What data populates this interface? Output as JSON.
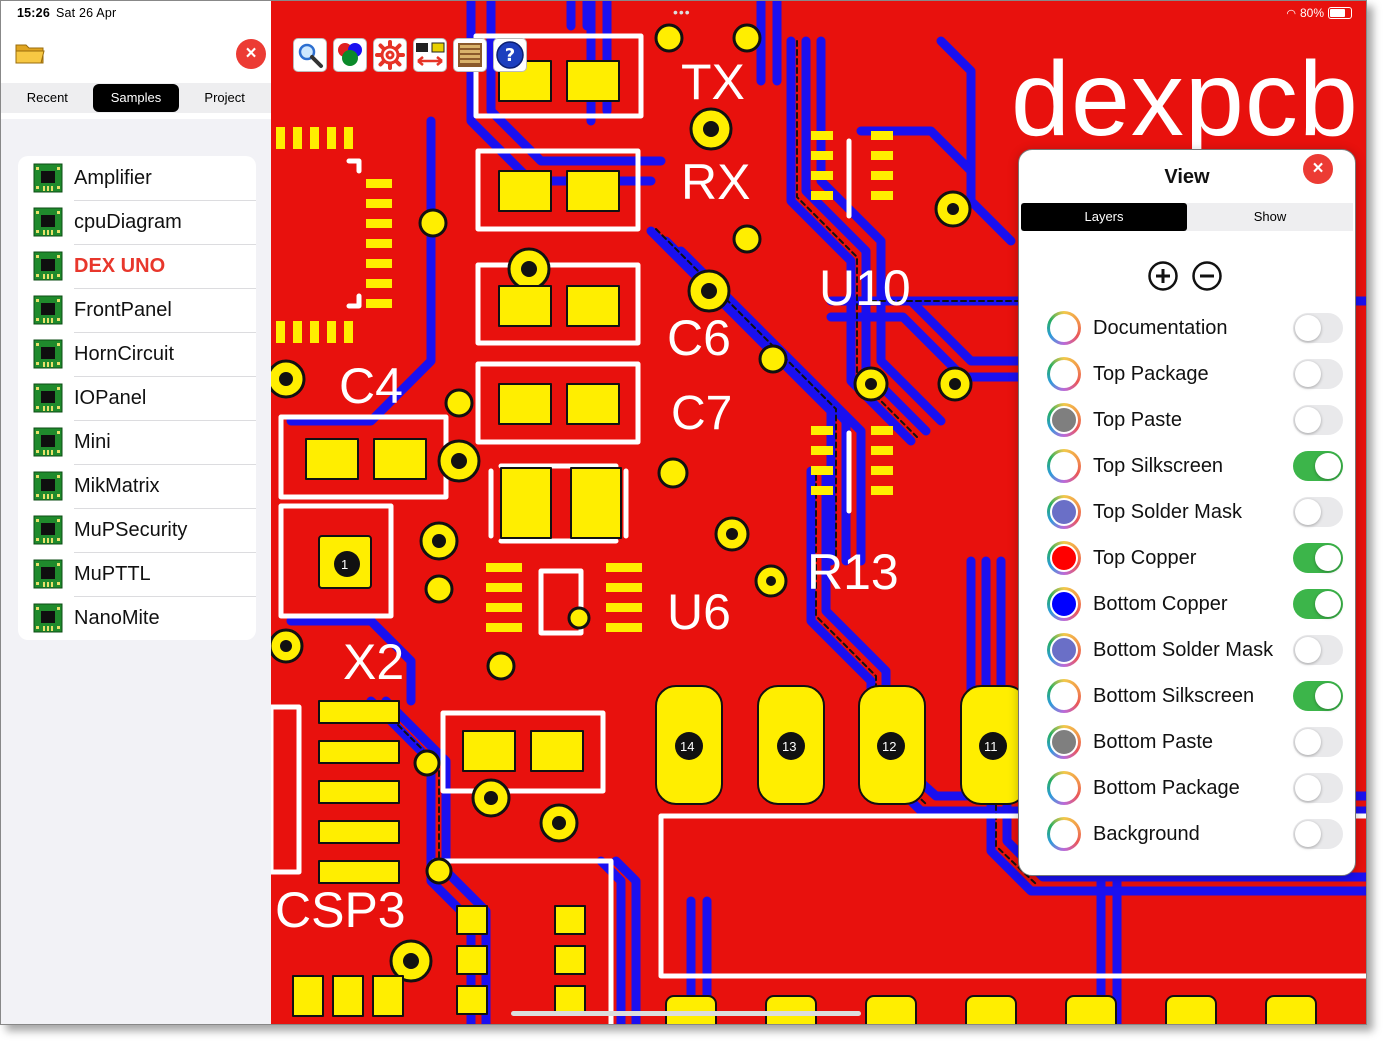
{
  "status_bar": {
    "time": "15:26",
    "date": "Sat 26 Apr",
    "battery": "80%"
  },
  "sidebar": {
    "tabs": [
      {
        "label": "Recent",
        "active": false
      },
      {
        "label": "Samples",
        "active": true
      },
      {
        "label": "Project",
        "active": false
      }
    ],
    "close_symbol": "×",
    "items": [
      {
        "label": "Amplifier"
      },
      {
        "label": "cpuDiagram"
      },
      {
        "label": "DEX UNO",
        "selected": true
      },
      {
        "label": "FrontPanel"
      },
      {
        "label": "HornCircuit"
      },
      {
        "label": "IOPanel"
      },
      {
        "label": "Mini"
      },
      {
        "label": "MikMatrix"
      },
      {
        "label": "MuPSecurity"
      },
      {
        "label": "MuPTTL"
      },
      {
        "label": "NanoMite"
      }
    ]
  },
  "toolbar": {
    "tools": [
      "search-icon",
      "color-layers-icon",
      "settings-gear-icon",
      "swap-components-icon",
      "library-icon",
      "help-icon"
    ]
  },
  "pcb": {
    "labels": [
      "TX",
      "RX",
      "U10",
      "C6",
      "C4",
      "C7",
      "R13",
      "U6",
      "X2",
      "CSP3",
      "dexpcb"
    ],
    "pad_numbers": [
      "1",
      "14",
      "13",
      "12",
      "11"
    ],
    "colors": {
      "board": "#e8110d",
      "bottom_trace": "#1a10f0",
      "pad": "#ffee00",
      "silk": "#ffffff"
    }
  },
  "view_panel": {
    "title": "View",
    "close_symbol": "×",
    "tabs": [
      {
        "label": "Layers",
        "active": true
      },
      {
        "label": "Show",
        "active": false
      }
    ],
    "layers": [
      {
        "name": "Documentation",
        "color": "#ffffff",
        "on": false
      },
      {
        "name": "Top Package",
        "color": "#ffffff",
        "on": false
      },
      {
        "name": "Top Paste",
        "color": "#7f7f7f",
        "on": false
      },
      {
        "name": "Top Silkscreen",
        "color": "#ffffff",
        "on": true
      },
      {
        "name": "Top Solder Mask",
        "color": "#6a6fc7",
        "on": false
      },
      {
        "name": "Top Copper",
        "color": "#ff0000",
        "on": true
      },
      {
        "name": "Bottom Copper",
        "color": "#0000ff",
        "on": true
      },
      {
        "name": "Bottom Solder Mask",
        "color": "#6a6fc7",
        "on": false
      },
      {
        "name": "Bottom Silkscreen",
        "color": "#ffffff",
        "on": true
      },
      {
        "name": "Bottom Paste",
        "color": "#7f7f7f",
        "on": false
      },
      {
        "name": "Bottom Package",
        "color": "#ffffff",
        "on": false
      },
      {
        "name": "Background",
        "color": "#ffffff",
        "on": false
      }
    ]
  }
}
